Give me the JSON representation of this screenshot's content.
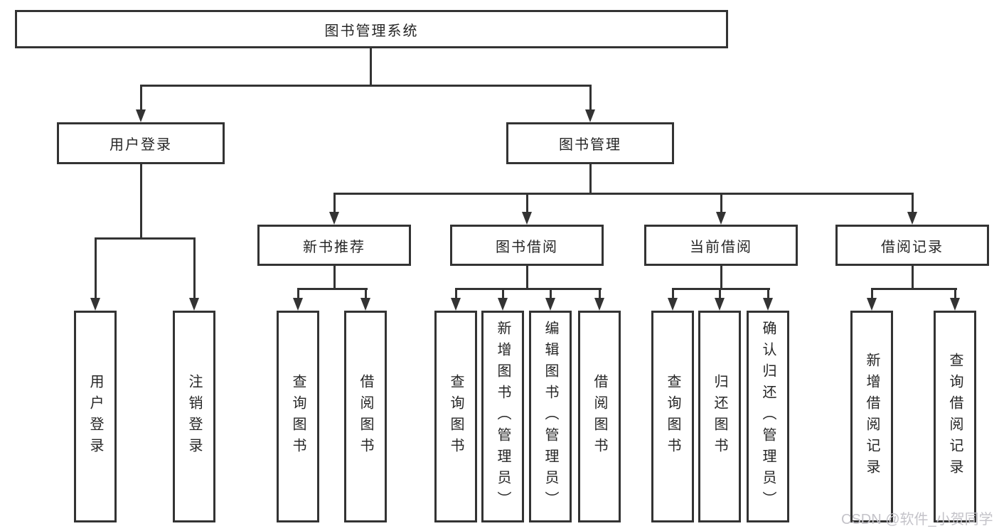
{
  "diagram": {
    "title": "图书管理系统",
    "tree": {
      "label": "图书管理系统",
      "children": [
        {
          "label": "用户登录",
          "children": [
            {
              "label": "用户登录"
            },
            {
              "label": "注销登录"
            }
          ]
        },
        {
          "label": "图书管理",
          "children": [
            {
              "label": "新书推荐",
              "children": [
                {
                  "label": "查询图书"
                },
                {
                  "label": "借阅图书"
                }
              ]
            },
            {
              "label": "图书借阅",
              "children": [
                {
                  "label": "查询图书"
                },
                {
                  "label": "新增图书（管理员）"
                },
                {
                  "label": "编辑图书（管理员）"
                },
                {
                  "label": "借阅图书"
                }
              ]
            },
            {
              "label": "当前借阅",
              "children": [
                {
                  "label": "查询图书"
                },
                {
                  "label": "归还图书"
                },
                {
                  "label": "确认归还（管理员）"
                }
              ]
            },
            {
              "label": "借阅记录",
              "children": [
                {
                  "label": "新增借阅记录"
                },
                {
                  "label": "查询借阅记录"
                }
              ]
            }
          ]
        }
      ]
    }
  },
  "watermark": {
    "text": "CSDN @软件_小贺同学",
    "color": "#c4c3c9"
  },
  "colors": {
    "line": "#333333",
    "box_border": "#333333",
    "box_background": "#ffffff",
    "text": "#262626",
    "page_background": "#ffffff"
  }
}
